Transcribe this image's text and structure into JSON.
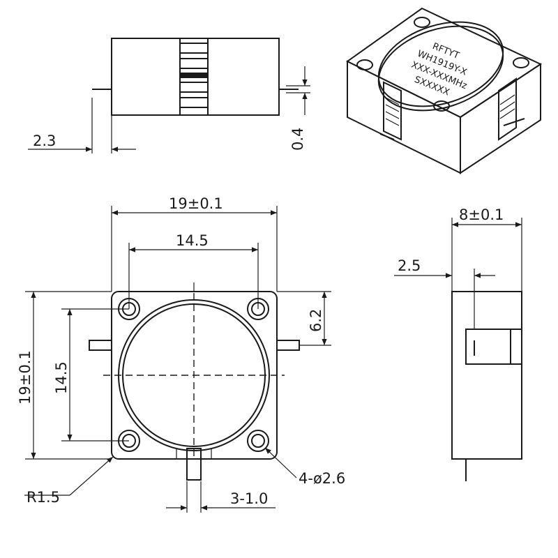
{
  "dimensions": {
    "lead_overhang": "2.3",
    "lead_thickness": "0.4",
    "body_width": "19±0.1",
    "hole_pitch_x": "14.5",
    "body_height": "19±0.1",
    "hole_pitch_y": "14.5",
    "tab_offset": "6.2",
    "thickness": "8±0.1",
    "pin_offset": "2.5",
    "corner_radius": "R1.5",
    "mount_holes": "4-ø2.6",
    "pin_width": "3-1.0"
  },
  "device_label": {
    "brand": "RFTYT",
    "model": "WH1919Y-X",
    "freq": "XXX-XXXMHz",
    "serial": "SXXXXX"
  }
}
